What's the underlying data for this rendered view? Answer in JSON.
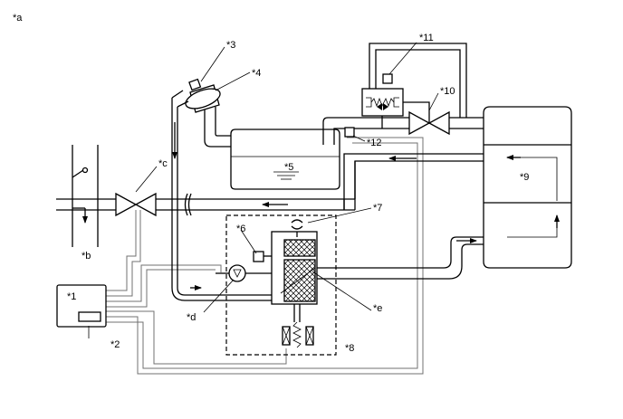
{
  "labels": {
    "a": "*a",
    "b": "*b",
    "c": "*c",
    "d": "*d",
    "e": "*e",
    "n1": "*1",
    "n2": "*2",
    "n3": "*3",
    "n4": "*4",
    "n5": "*5",
    "n6": "*6",
    "n7": "*7",
    "n8": "*8",
    "n9": "*9",
    "n10": "*10",
    "n11": "*11",
    "n12": "*12"
  }
}
